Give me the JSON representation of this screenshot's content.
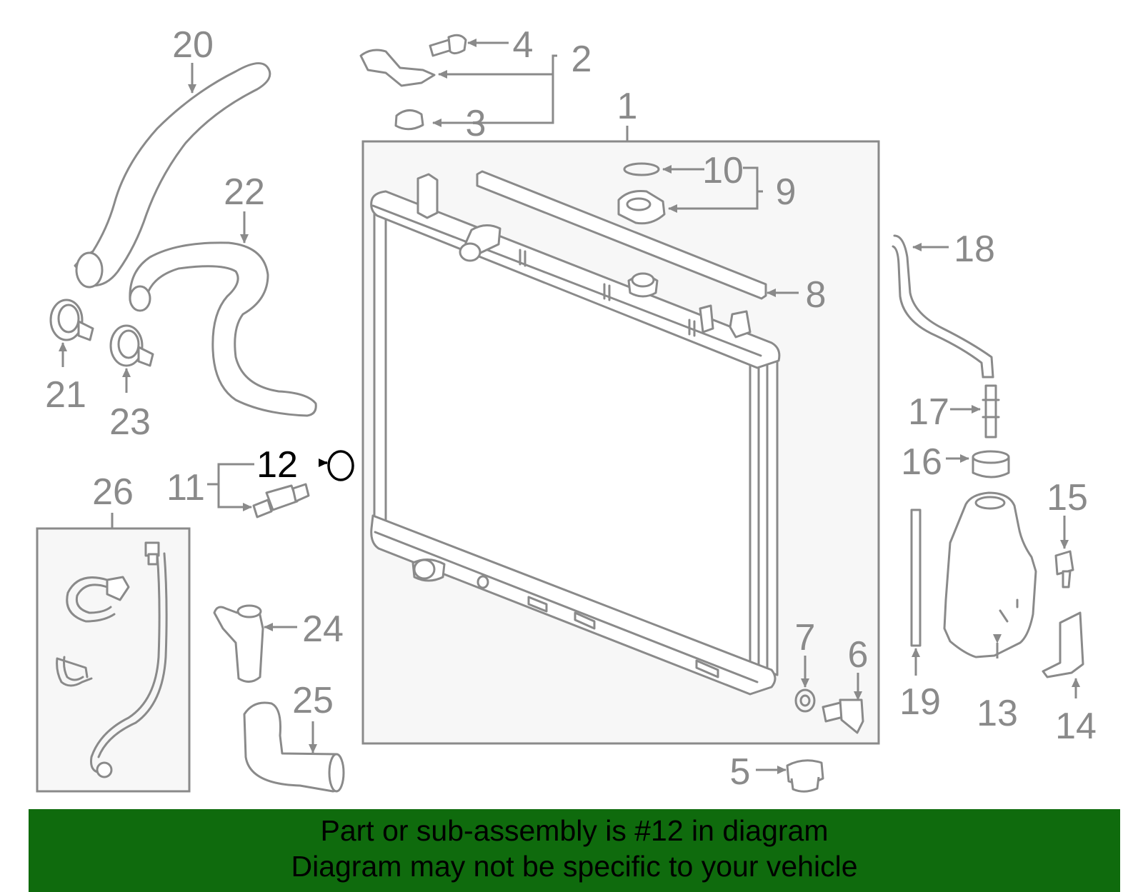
{
  "diagram": {
    "labels": [
      "1",
      "2",
      "3",
      "4",
      "5",
      "6",
      "7",
      "8",
      "9",
      "10",
      "11",
      "12",
      "13",
      "14",
      "15",
      "16",
      "17",
      "18",
      "19",
      "20",
      "21",
      "22",
      "23",
      "24",
      "25",
      "26"
    ],
    "highlighted_label": "12"
  },
  "banner": {
    "line1": "Part or sub-assembly is #12 in diagram",
    "line2": "Diagram may not be specific to your vehicle",
    "background": "#0f6b0d"
  }
}
